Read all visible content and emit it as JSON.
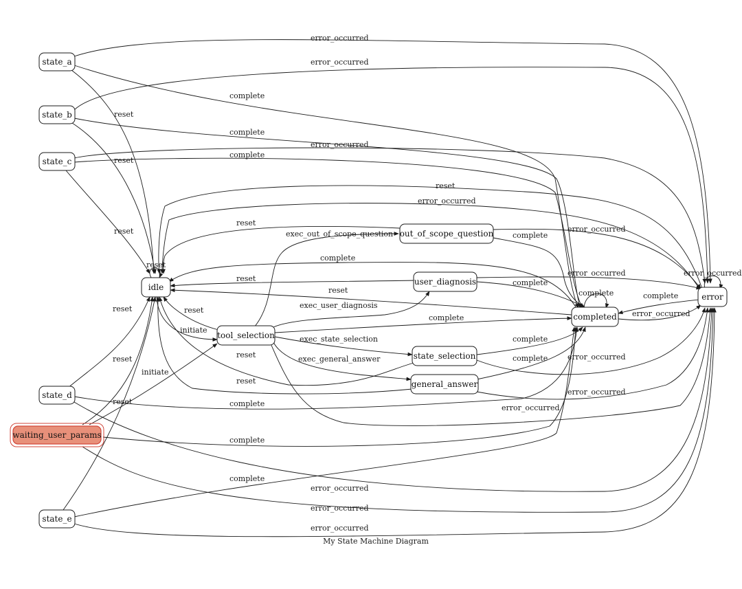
{
  "caption": "My State Machine Diagram",
  "highlight_color": "#e8907a",
  "nodes": {
    "state_a": "state_a",
    "state_b": "state_b",
    "state_c": "state_c",
    "state_d": "state_d",
    "waiting_user_params": "waiting_user_params",
    "state_e": "state_e",
    "idle": "idle",
    "tool_selection": "tool_selection",
    "out_of_scope_question": "out_of_scope_question",
    "user_diagnosis": "user_diagnosis",
    "state_selection": "state_selection",
    "general_answer": "general_answer",
    "completed": "completed",
    "error": "error"
  },
  "edge_labels": {
    "a_error": "error_occurred",
    "a_complete": "complete",
    "a_reset": "reset",
    "b_error": "error_occurred",
    "b_complete": "complete",
    "b_reset": "reset",
    "c_error": "error_occurred",
    "c_complete": "complete",
    "c_reset": "reset",
    "idle_reset_loop": "reset",
    "error_reset": "reset",
    "error_error_idle": "error_occurred",
    "oos_reset": "reset",
    "exec_oos": "exec_out_of_scope_question",
    "oos_complete": "complete",
    "oos_error": "error_occurred",
    "completed_complete_idle": "complete",
    "ud_reset": "reset",
    "completed_reset": "reset",
    "ud_complete": "complete",
    "ud_error": "error_occurred",
    "exec_ud": "exec_user_diagnosis",
    "ts_reset": "reset",
    "initiate": "initiate",
    "ts_complete": "complete",
    "exec_ss": "exec_state_selection",
    "ss_complete": "complete",
    "ss_reset": "reset",
    "exec_ga": "exec_general_answer",
    "ga_complete": "complete",
    "ss_error": "error_occurred",
    "ga_reset": "reset",
    "ga_error": "error_occurred",
    "ts_error": "error_occurred",
    "completed_loop": "complete",
    "error_complete": "complete",
    "completed_error": "error_occurred",
    "error_loop": "error_occurred",
    "d_reset": "reset",
    "d_complete": "complete",
    "d_error": "error_occurred",
    "w_reset": "reset",
    "w_initiate": "initiate",
    "w_complete": "complete",
    "w_error": "error_occurred",
    "e_reset": "reset",
    "e_complete": "complete",
    "e_error": "error_occurred"
  }
}
